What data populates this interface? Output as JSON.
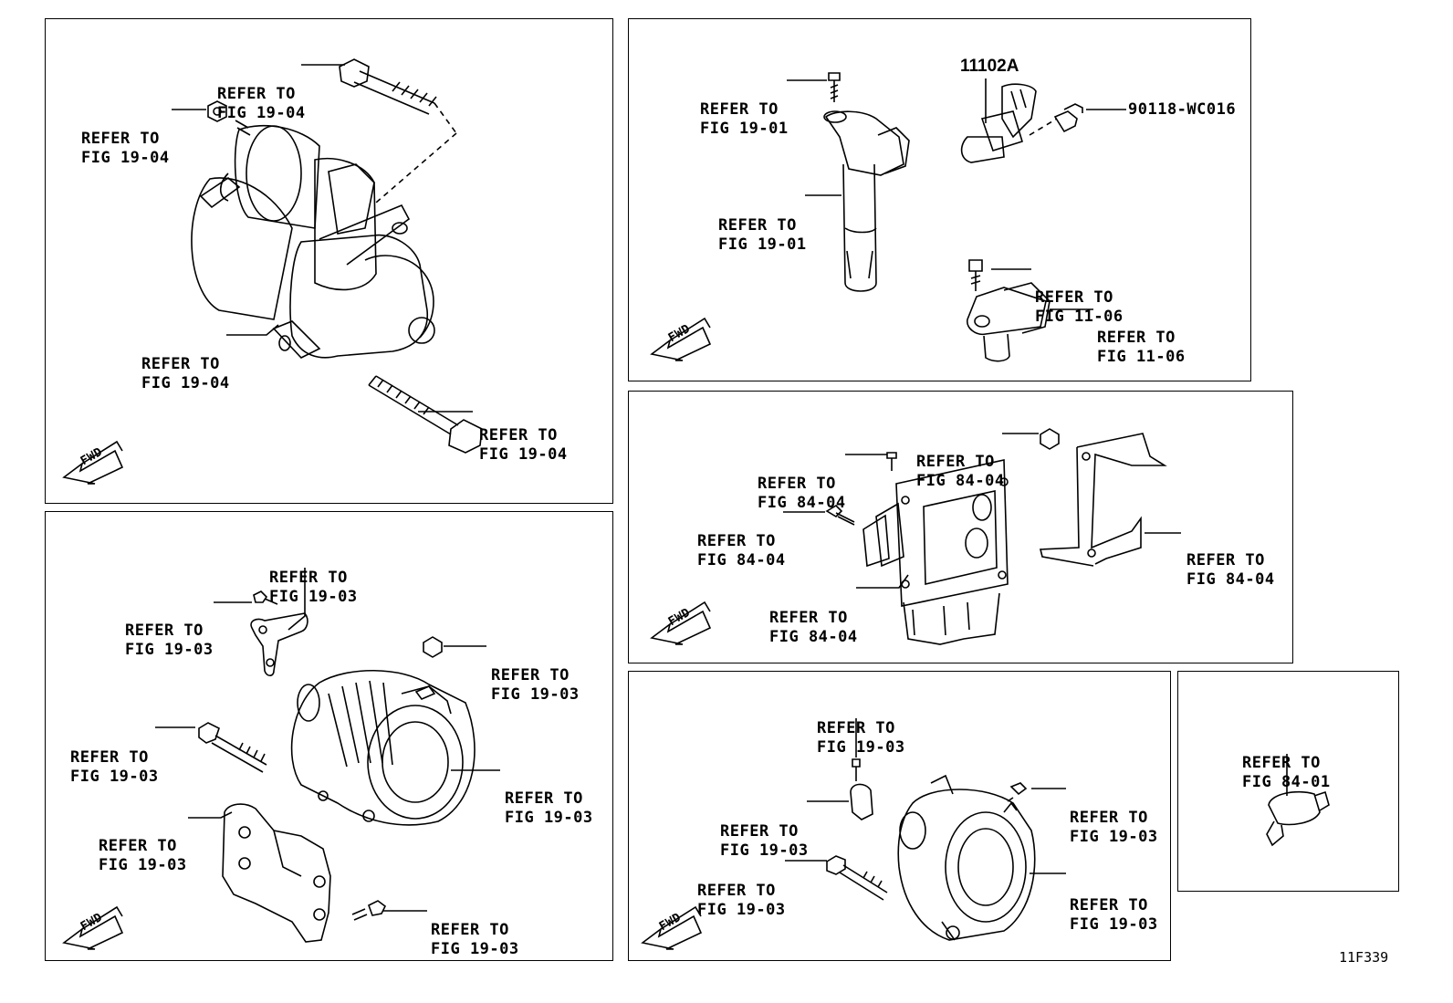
{
  "diagram_id": "11F339",
  "fwd_label": "FWD",
  "panels": {
    "starter": {
      "callouts": [
        {
          "line1": "REFER TO",
          "line2": "FIG 19-04"
        },
        {
          "line1": "REFER TO",
          "line2": "FIG 19-04"
        },
        {
          "line1": "REFER TO",
          "line2": "FIG 19-04"
        },
        {
          "line1": "REFER TO",
          "line2": "FIG 19-04"
        }
      ]
    },
    "ignition": {
      "part_number": "11102A",
      "bolt_part": "90118-WC016",
      "callouts": [
        {
          "line1": "REFER TO",
          "line2": "FIG 19-01"
        },
        {
          "line1": "REFER TO",
          "line2": "FIG 19-01"
        },
        {
          "line1": "REFER TO",
          "line2": "FIG 11-06"
        },
        {
          "line1": "REFER TO",
          "line2": "FIG 11-06"
        }
      ]
    },
    "ecu": {
      "callouts": [
        {
          "line1": "REFER TO",
          "line2": "FIG 84-04"
        },
        {
          "line1": "REFER TO",
          "line2": "FIG 84-04"
        },
        {
          "line1": "REFER TO",
          "line2": "FIG 84-04"
        },
        {
          "line1": "REFER TO",
          "line2": "FIG 84-04"
        },
        {
          "line1": "REFER TO",
          "line2": "FIG 84-04"
        }
      ]
    },
    "alternator_a": {
      "callouts": [
        {
          "line1": "REFER TO",
          "line2": "FIG 19-03"
        },
        {
          "line1": "REFER TO",
          "line2": "FIG 19-03"
        },
        {
          "line1": "REFER TO",
          "line2": "FIG 19-03"
        },
        {
          "line1": "REFER TO",
          "line2": "FIG 19-03"
        },
        {
          "line1": "REFER TO",
          "line2": "FIG 19-03"
        },
        {
          "line1": "REFER TO",
          "line2": "FIG 19-03"
        },
        {
          "line1": "REFER TO",
          "line2": "FIG 19-03"
        }
      ]
    },
    "alternator_b": {
      "callouts": [
        {
          "line1": "REFER TO",
          "line2": "FIG 19-03"
        },
        {
          "line1": "REFER TO",
          "line2": "FIG 19-03"
        },
        {
          "line1": "REFER TO",
          "line2": "FIG 19-03"
        },
        {
          "line1": "REFER TO",
          "line2": "FIG 19-03"
        },
        {
          "line1": "REFER TO",
          "line2": "FIG 19-03"
        }
      ]
    },
    "oil_switch": {
      "callouts": [
        {
          "line1": "REFER TO",
          "line2": "FIG 84-01"
        }
      ]
    }
  }
}
